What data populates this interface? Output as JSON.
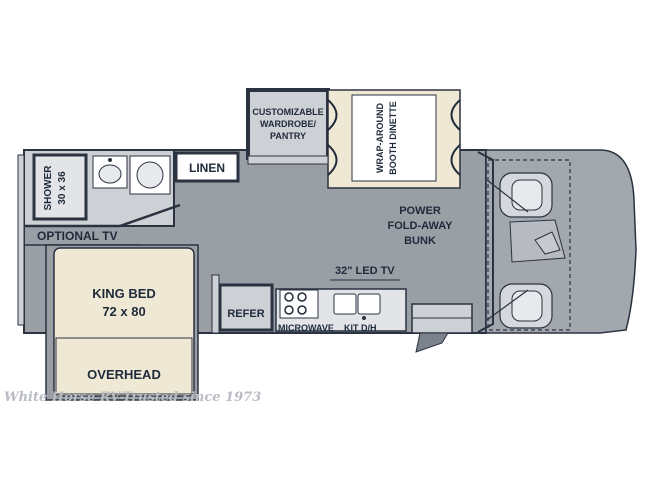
{
  "floorplan": {
    "labels": {
      "shower_line1": "SHOWER",
      "shower_line2": "30 x 36",
      "linen": "LINEN",
      "wardrobe_line1": "CUSTOMIZABLE",
      "wardrobe_line2": "WARDROBE/",
      "wardrobe_line3": "PANTRY",
      "dinette_line1": "WRAP-AROUND",
      "dinette_line2": "BOOTH DINETTE",
      "optional_tv": "OPTIONAL TV",
      "bunk_line1": "POWER",
      "bunk_line2": "FOLD-AWAY",
      "bunk_line3": "BUNK",
      "led_tv": "32\" LED TV",
      "king_bed_line1": "KING BED",
      "king_bed_line2": "72 x 80",
      "refer": "REFER",
      "microwave": "MICROWAVE",
      "kit_dh": "KIT D/H",
      "overhead": "OVERHEAD"
    },
    "watermark": "White Horse RV-Trusted since 1973"
  },
  "colors": {
    "body_gray": "#9a9fa6",
    "cab_gray": "#a3a8af",
    "room_light": "#cdd0d4",
    "wall_dark": "#2b3240",
    "bed_fill": "#efe8d4",
    "line_dark": "#1f2a3a"
  }
}
